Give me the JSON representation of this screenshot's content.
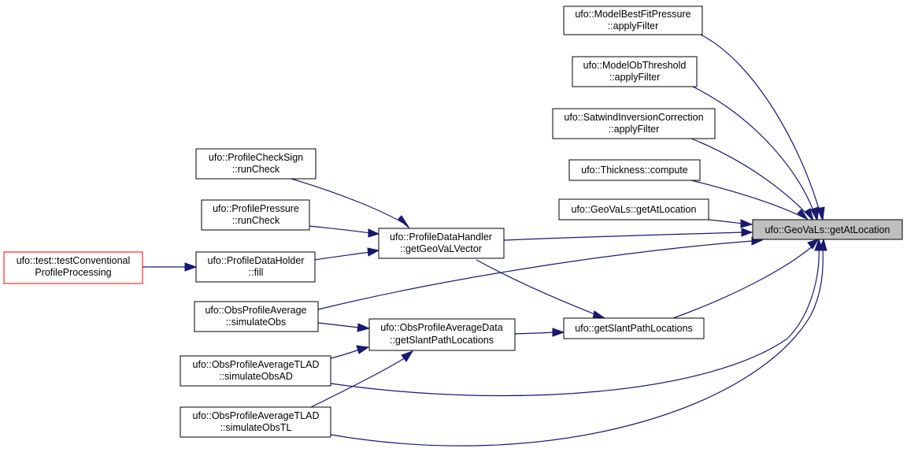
{
  "nodes": {
    "n_bestfit": {
      "lines": [
        "ufo::ModelBestFitPressure",
        "::applyFilter"
      ]
    },
    "n_obthresh": {
      "lines": [
        "ufo::ModelObThreshold",
        "::applyFilter"
      ]
    },
    "n_satwind": {
      "lines": [
        "ufo::SatwindInversionCorrection",
        "::applyFilter"
      ]
    },
    "n_thickness": {
      "lines": [
        "ufo::Thickness::compute"
      ]
    },
    "n_geovals_gal": {
      "lines": [
        "ufo::GeoVaLs::getAtLocation"
      ]
    },
    "n_target": {
      "lines": [
        "ufo::GeoVaLs::getAtLocation"
      ]
    },
    "n_checksign": {
      "lines": [
        "ufo::ProfileCheckSign",
        "::runCheck"
      ]
    },
    "n_pressure": {
      "lines": [
        "ufo::ProfilePressure",
        "::runCheck"
      ]
    },
    "n_datahandler": {
      "lines": [
        "ufo::ProfileDataHandler",
        "::getGeoVaLVector"
      ]
    },
    "n_testconv": {
      "lines": [
        "ufo::test::testConventional",
        "ProfileProcessing"
      ]
    },
    "n_dataholder": {
      "lines": [
        "ufo::ProfileDataHolder",
        "::fill"
      ]
    },
    "n_obsavg": {
      "lines": [
        "ufo::ObsProfileAverage",
        "::simulateObs"
      ]
    },
    "n_obsavgdata": {
      "lines": [
        "ufo::ObsProfileAverageData",
        "::getSlantPathLocations"
      ]
    },
    "n_slantpath": {
      "lines": [
        "ufo::getSlantPathLocations"
      ]
    },
    "n_tlad_ad": {
      "lines": [
        "ufo::ObsProfileAverageTLAD",
        "::simulateObsAD"
      ]
    },
    "n_tlad_tl": {
      "lines": [
        "ufo::ObsProfileAverageTLAD",
        "::simulateObsTL"
      ]
    }
  },
  "colors": {
    "edge": "#191970",
    "highlight_fill": "#bfbfbf",
    "highlight_border_red": "#ff0000"
  }
}
